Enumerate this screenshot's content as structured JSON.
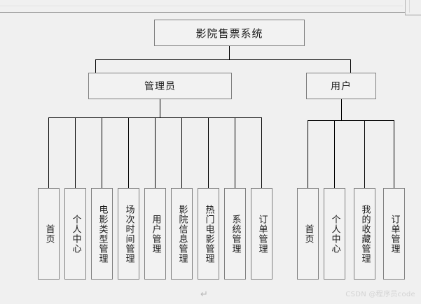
{
  "document": {
    "watermark": "CSDN @程序员code",
    "paragraph_mark": "↵"
  },
  "diagram": {
    "type": "organization-chart",
    "title_node": {
      "label": "影院售票系统"
    },
    "level2": [
      {
        "label": "管理员"
      },
      {
        "label": "用户"
      }
    ],
    "admin_children": [
      {
        "label": "首页"
      },
      {
        "label": "个人中心"
      },
      {
        "label": "电影类型管理"
      },
      {
        "label": "场次时间管理"
      },
      {
        "label": "用户管理"
      },
      {
        "label": "影院信息管理"
      },
      {
        "label": "热门电影管理"
      },
      {
        "label": "系统管理"
      },
      {
        "label": "订单管理"
      }
    ],
    "user_children": [
      {
        "label": "首页"
      },
      {
        "label": "个人中心"
      },
      {
        "label": "我的收藏管理"
      },
      {
        "label": "订单管理"
      }
    ],
    "colors": {
      "background": "#f0f0f0",
      "box_fill": "#f2f2f2",
      "box_border": "#7f7f7f",
      "connector": "#000000",
      "text": "#1a1a1a",
      "watermark": "#d3d3d3"
    }
  }
}
